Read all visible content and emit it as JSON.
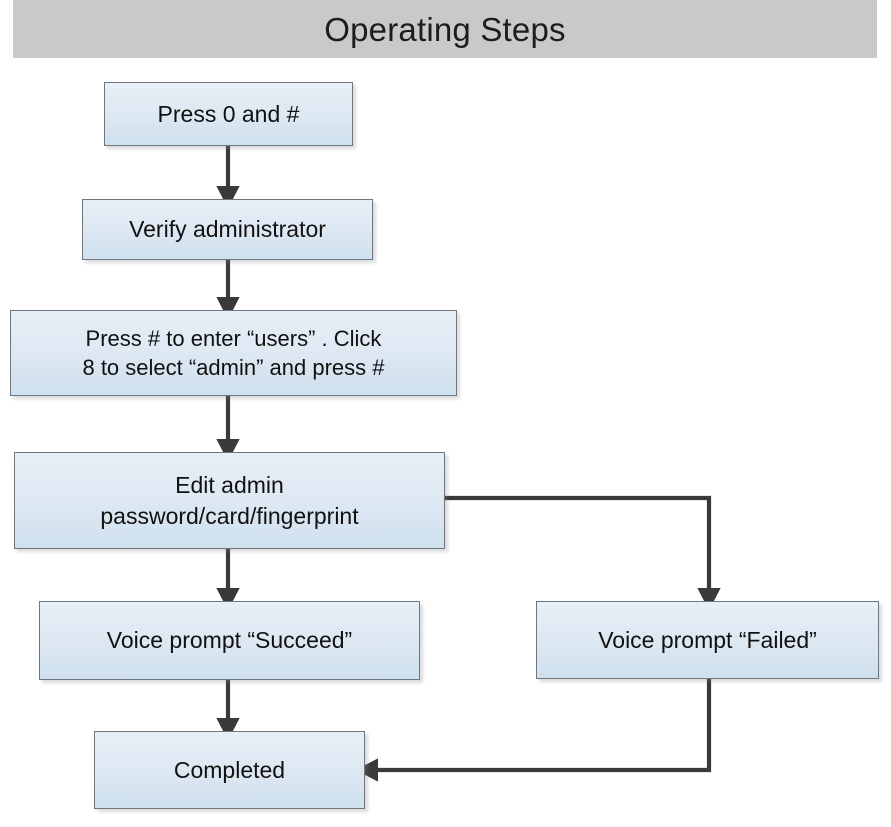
{
  "page": {
    "title": "Operating Steps",
    "background_color": "#ffffff"
  },
  "header": {
    "title": "Operating Steps",
    "bar_color": "#c8c9cb",
    "text_color": "#1d1d1d"
  },
  "theme": {
    "node_fill_top": "#e7eff6",
    "node_fill_bottom": "#cfe0ee",
    "node_border": "#6f767e",
    "connector_color": "#3a3a3a",
    "text_color": "#111111"
  },
  "diagram": {
    "type": "flowchart",
    "orientation": "top-to-bottom",
    "nodes": [
      {
        "id": "press0",
        "name": "press-0-and-hash",
        "label": "Press 0 and #",
        "shape": "rectangle"
      },
      {
        "id": "verify",
        "name": "verify-administrator",
        "label": "Verify administrator",
        "shape": "rectangle"
      },
      {
        "id": "enterusers",
        "name": "enter-users-select-admin",
        "label": "Press #  to enter  “users” . Click\n8 to select  “admin”  and press #",
        "shape": "rectangle"
      },
      {
        "id": "editadmin",
        "name": "edit-admin-credentials",
        "label": "Edit admin\npassword/card/fingerprint",
        "shape": "rectangle"
      },
      {
        "id": "succeed",
        "name": "voice-prompt-succeed",
        "label": "Voice prompt  “Succeed”",
        "shape": "rectangle"
      },
      {
        "id": "failed",
        "name": "voice-prompt-failed",
        "label": "Voice prompt  “Failed”",
        "shape": "rectangle"
      },
      {
        "id": "completed",
        "name": "completed",
        "label": "Completed",
        "shape": "rectangle"
      }
    ],
    "edges": [
      {
        "from": "press0",
        "to": "verify",
        "style": "straight-down",
        "label": ""
      },
      {
        "from": "verify",
        "to": "enterusers",
        "style": "straight-down",
        "label": ""
      },
      {
        "from": "enterusers",
        "to": "editadmin",
        "style": "straight-down",
        "label": ""
      },
      {
        "from": "editadmin",
        "to": "succeed",
        "style": "straight-down",
        "label": ""
      },
      {
        "from": "editadmin",
        "to": "failed",
        "style": "elbow-right-down",
        "label": ""
      },
      {
        "from": "succeed",
        "to": "completed",
        "style": "straight-down",
        "label": ""
      },
      {
        "from": "failed",
        "to": "completed",
        "style": "elbow-down-left",
        "label": ""
      }
    ]
  }
}
